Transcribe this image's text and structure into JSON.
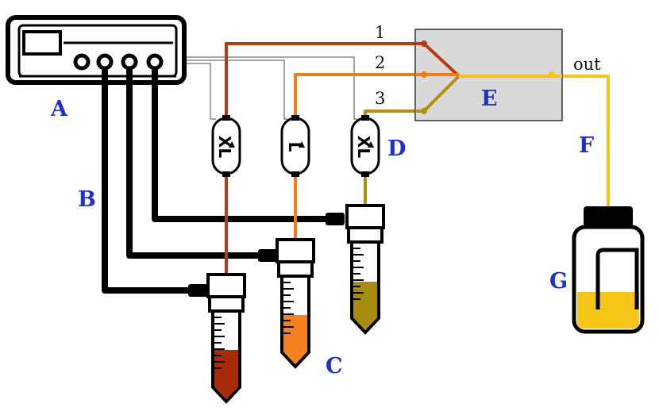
{
  "labels": {
    "controller": "A",
    "tubing": "B",
    "reservoirs": "C",
    "flow_sensors": "D",
    "chip": "E",
    "outlet_tube": "F",
    "collection_bottle": "G"
  },
  "inlets": [
    "1",
    "2",
    "3"
  ],
  "outlet_label": "out",
  "sensors": [
    {
      "size": "XL",
      "channel": "1"
    },
    {
      "size": "L",
      "channel": "2"
    },
    {
      "size": "XL",
      "channel": "3"
    }
  ],
  "colors": {
    "channel_1": "#b83a10",
    "channel_2": "#f07d16",
    "channel_3": "#b09010",
    "outlet": "#f5c518",
    "pressure_lines": "#000000",
    "signal_wires": "#888888",
    "chip_fill": "#d9d9d9",
    "label": "#2030c8",
    "fill_channel_1": "#a82a08",
    "fill_channel_2": "#f5821e",
    "fill_channel_3": "#a88c10",
    "fill_bottle": "#f5c518"
  },
  "fill_levels": {
    "reservoir_1": 0.45,
    "reservoir_2": 0.55,
    "reservoir_3": 0.62,
    "bottle": 0.3
  }
}
